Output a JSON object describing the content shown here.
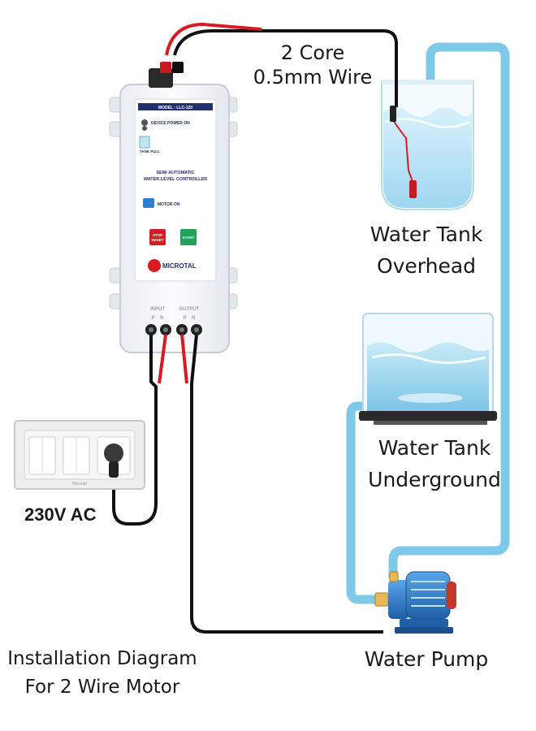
{
  "labels": {
    "wire": {
      "line1": "2 Core",
      "line2": "0.5mm Wire"
    },
    "overhead": {
      "line1": "Water Tank",
      "line2": "Overhead"
    },
    "underground": {
      "line1": "Water Tank",
      "line2": "Underground"
    },
    "power": "230V AC",
    "pump": "Water Pump",
    "caption": {
      "line1": "Installation Diagram",
      "line2": "For 2 Wire Motor"
    }
  },
  "device": {
    "model": "MODEL : LLC-120",
    "power_on": "DEVICE POWER ON",
    "tank_full": "TANK FULL",
    "title1": "SEMI AUTOMATIC",
    "title2": "WATER LEVEL CONTROLLER",
    "motor_on": "MOTOR ON",
    "stop1": "STOP",
    "stop2": "RESET",
    "start": "START",
    "brand": "MICROTAL",
    "input": "INPUT",
    "output": "OUTPUT",
    "input_pins": "P    N",
    "output_pins": "P    N"
  },
  "switchboard_brand": "Microtal",
  "colors": {
    "pipe": "#7ec8e8",
    "wire_black": "#111111",
    "wire_red": "#d81b22",
    "pump_blue": "#2e7fd0",
    "water": "#bfe6f7"
  }
}
